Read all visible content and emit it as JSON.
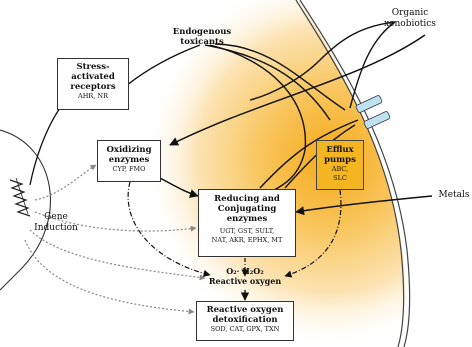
{
  "labels": {
    "endogenous": [
      "Endogenous",
      "toxicants"
    ],
    "organic": [
      "Organic",
      "xenobiotics"
    ],
    "metals": "Metals",
    "gene_induction": [
      "Gene",
      "Induction"
    ],
    "ros_line1": "O₂· H₂O₂",
    "ros_line2": "Reactive oxygen"
  },
  "boxes": {
    "stress": {
      "title": [
        "Stress-",
        "activated",
        "receptors"
      ],
      "sub": [
        "AHR, NR"
      ]
    },
    "oxidizing": {
      "title": [
        "Oxidizing",
        "enzymes"
      ],
      "sub": [
        "CYP, FMO"
      ]
    },
    "efflux": {
      "title": [
        "Efflux",
        "pumps"
      ],
      "sub": [
        "ABC,",
        "SLC"
      ]
    },
    "reducing": {
      "title": [
        "Reducing and",
        "Conjugating",
        "enzymes"
      ],
      "sub": [
        "UGT, GST, SULT,",
        "NAT, AKR, EPHX, MT"
      ]
    },
    "detox": {
      "title": [
        "Reactive oxygen",
        "detoxification"
      ],
      "sub": [
        "SOD, CAT, GPX, TXN"
      ]
    }
  },
  "colors": {
    "cell_fill_inner": "#f4ad1c",
    "cell_fill_outer": "#fde8c0",
    "membrane": "#444444",
    "efflux_box": "#f3b521",
    "channel": "#bfe3ee"
  }
}
